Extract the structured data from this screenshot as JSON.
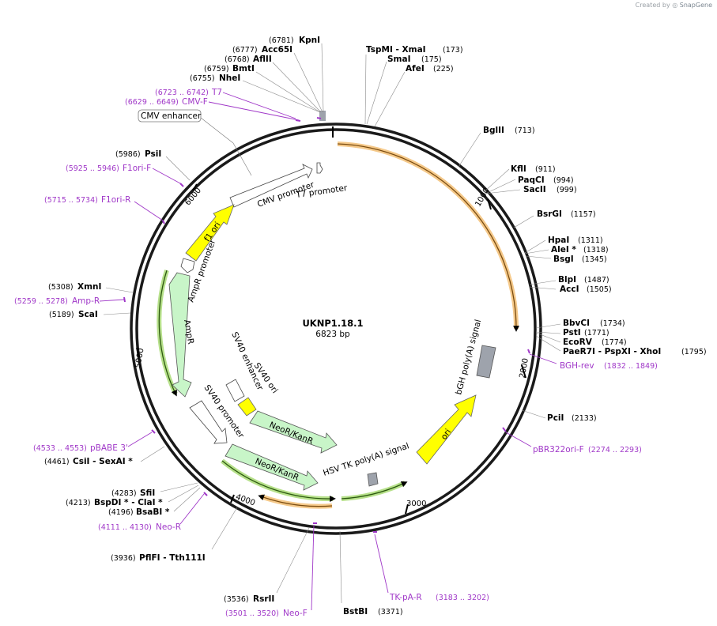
{
  "watermark": {
    "prefix": "Created by",
    "brand": "SnapGene"
  },
  "plasmid": {
    "name": "UKNP1.18.1",
    "length_label": "6823 bp",
    "length": 6823
  },
  "ticks": [
    "1000",
    "2000",
    "3000",
    "4000",
    "5000",
    "6000"
  ],
  "enzymes": [
    {
      "name": "KpnI",
      "pos": "(6781)"
    },
    {
      "name": "Acc65I",
      "pos": "(6777)"
    },
    {
      "name": "AflII",
      "pos": "(6768)"
    },
    {
      "name": "BmtI",
      "pos": "(6759)"
    },
    {
      "name": "NheI",
      "pos": "(6755)"
    },
    {
      "name": "TspMI - XmaI",
      "pos": "(173)"
    },
    {
      "name": "SmaI",
      "pos": "(175)"
    },
    {
      "name": "AfeI",
      "pos": "(225)"
    },
    {
      "name": "BglII",
      "pos": "(713)"
    },
    {
      "name": "KflI",
      "pos": "(911)"
    },
    {
      "name": "PaqCI",
      "pos": "(994)"
    },
    {
      "name": "SacII",
      "pos": "(999)"
    },
    {
      "name": "BsrGI",
      "pos": "(1157)"
    },
    {
      "name": "HpaI",
      "pos": "(1311)"
    },
    {
      "name": "AleI *",
      "pos": "(1318)"
    },
    {
      "name": "BsgI",
      "pos": "(1345)"
    },
    {
      "name": "BlpI",
      "pos": "(1487)"
    },
    {
      "name": "AccI",
      "pos": "(1505)"
    },
    {
      "name": "BbvCI",
      "pos": "(1734)"
    },
    {
      "name": "PstI",
      "pos": "(1771)"
    },
    {
      "name": "EcoRV",
      "pos": "(1774)"
    },
    {
      "name": "PaeR7I - PspXI - XhoI",
      "pos": "(1795)"
    },
    {
      "name": "PciI",
      "pos": "(2133)"
    },
    {
      "name": "BstBI",
      "pos": "(3371)"
    },
    {
      "name": "RsrII",
      "pos": "(3536)"
    },
    {
      "name": "PflFI - Tth111I",
      "pos": "(3936)"
    },
    {
      "name": "BsaBI *",
      "pos": "(4196)"
    },
    {
      "name": "BspDI * - ClaI *",
      "pos": "(4213)"
    },
    {
      "name": "SfiI",
      "pos": "(4283)"
    },
    {
      "name": "CsiI - SexAI *",
      "pos": "(4461)"
    },
    {
      "name": "ScaI",
      "pos": "(5189)"
    },
    {
      "name": "XmnI",
      "pos": "(5308)"
    },
    {
      "name": "PsiI",
      "pos": "(5986)"
    }
  ],
  "primers": [
    {
      "name": "T7",
      "range": "(6723 .. 6742)"
    },
    {
      "name": "CMV-F",
      "range": "(6629 .. 6649)"
    },
    {
      "name": "F1ori-F",
      "range": "(5925 .. 5946)"
    },
    {
      "name": "F1ori-R",
      "range": "(5715 .. 5734)"
    },
    {
      "name": "Amp-R",
      "range": "(5259 .. 5278)"
    },
    {
      "name": "BGH-rev",
      "range": "(1832 .. 1849)"
    },
    {
      "name": "pBR322ori-F",
      "range": "(2274 .. 2293)"
    },
    {
      "name": "pBABE 3'",
      "range": "(4533 .. 4553)"
    },
    {
      "name": "Neo-R",
      "range": "(4111 .. 4130)"
    },
    {
      "name": "TK-pA-R",
      "range": "(3183 .. 3202)"
    },
    {
      "name": "Neo-F",
      "range": "(3501 .. 3520)"
    }
  ],
  "features": {
    "cmv_enhancer": "CMV enhancer",
    "cmv_promoter": "CMV promoter",
    "t7_promoter": "T7 promoter",
    "f1_ori": "f1 ori",
    "ampr_promoter": "AmpR promoter",
    "ampr": "AmpR",
    "sv40_enhancer": "SV40 enhancer",
    "sv40_ori": "SV40 ori",
    "sv40_promoter": "SV40 promoter",
    "neokanr_1": "NeoR/KanR",
    "neokanr_2": "NeoR/KanR",
    "hsv_tk_polya": "HSV TK poly(A) signal",
    "ori": "ori",
    "bgh_polya": "bGH poly(A) signal"
  },
  "colors": {
    "primer": "#a038c8",
    "feature_yellow": "#ffff00",
    "feature_green": "#c8f5c8",
    "orf_orange": "#f5a623",
    "orf_green": "#5aa02c",
    "polya_gray": "#9ea3ac"
  }
}
